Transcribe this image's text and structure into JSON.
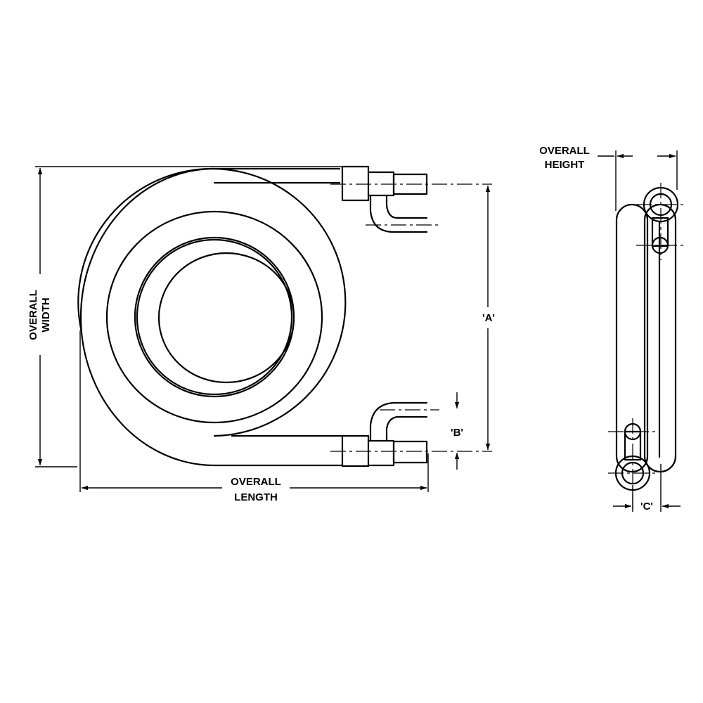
{
  "labels": {
    "overall_width_line1": "OVERALL",
    "overall_width_line2": "WIDTH",
    "overall_length_line1": "OVERALL",
    "overall_length_line2": "LENGTH",
    "overall_height_line1": "OVERALL",
    "overall_height_line2": "HEIGHT",
    "dim_a": "'A'",
    "dim_b": "'B'",
    "dim_c": "'C'"
  }
}
